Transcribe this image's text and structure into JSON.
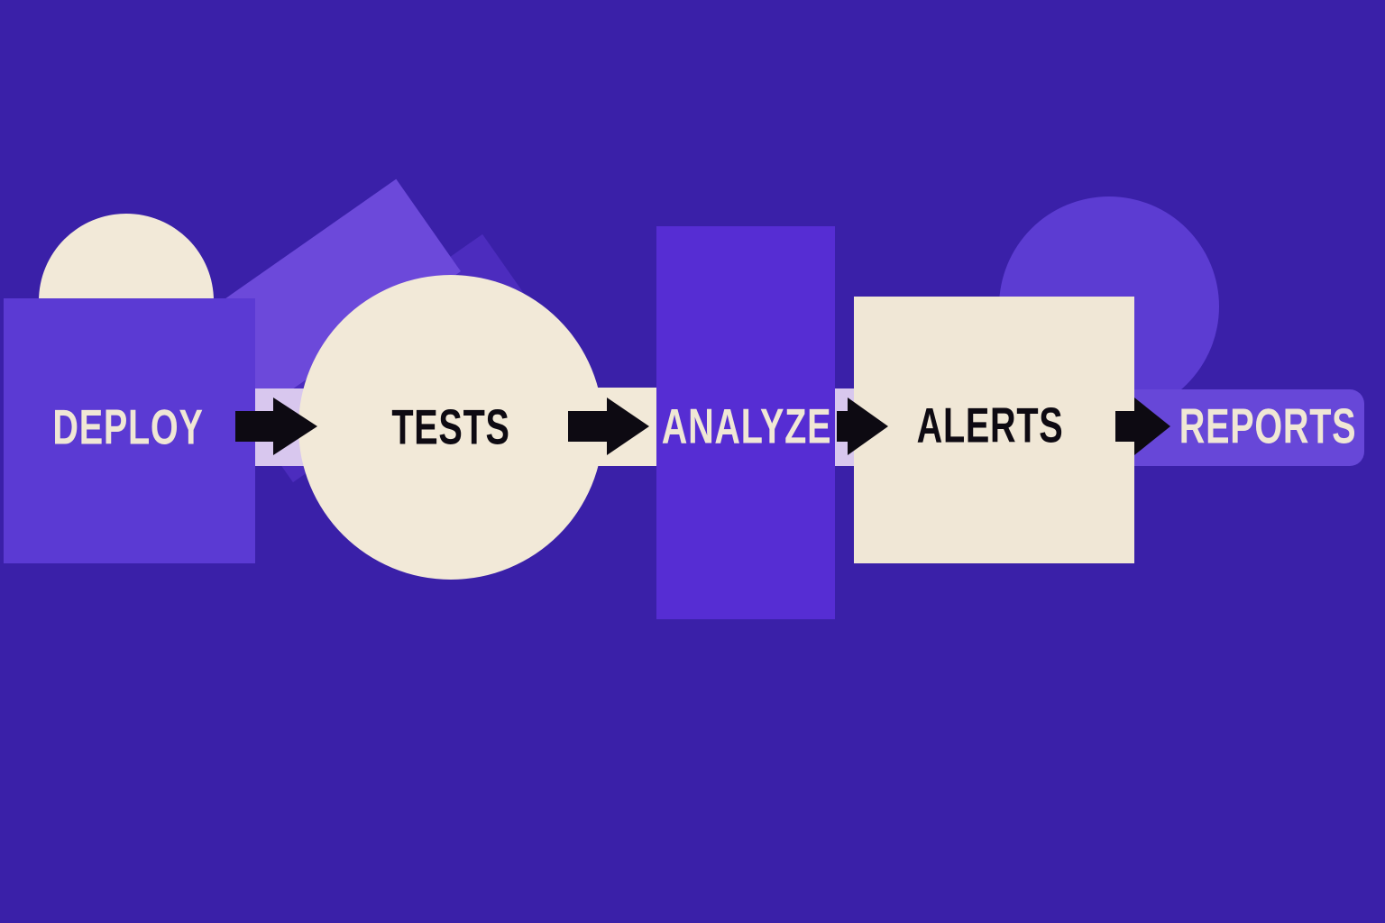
{
  "diagram": {
    "stages": [
      {
        "label": "DEPLOY",
        "shape": "square",
        "text_color": "#f0e7d5",
        "fill": "#5b3ad3"
      },
      {
        "label": "TESTS",
        "shape": "circle",
        "text_color": "#0e0a12",
        "fill": "#f2e9d8"
      },
      {
        "label": "ANALYZE",
        "shape": "tall-rectangle",
        "text_color": "#f0e7d5",
        "fill": "#562dd3"
      },
      {
        "label": "ALERTS",
        "shape": "square",
        "text_color": "#0e0a12",
        "fill": "#f0e7d6"
      },
      {
        "label": "REPORTS",
        "shape": "rounded-band",
        "text_color": "#f0e7d5",
        "fill": "#6747d8"
      }
    ],
    "connectors": [
      {
        "icon": "arrow-right-icon",
        "from": "DEPLOY",
        "to": "TESTS"
      },
      {
        "icon": "arrow-right-icon",
        "from": "TESTS",
        "to": "ANALYZE"
      },
      {
        "icon": "arrow-right-icon",
        "from": "ANALYZE",
        "to": "ALERTS"
      },
      {
        "icon": "arrow-right-icon",
        "from": "ALERTS",
        "to": "REPORTS"
      }
    ],
    "colors": {
      "background": "#3a20a8",
      "purple_medium": "#5b3ad3",
      "purple_bright": "#562dd3",
      "purple_light_band": "#6c49da",
      "purple_dark_band": "#4c2cbe",
      "purple_circle": "#5c3cd2",
      "reports_band": "#6747d8",
      "lavender_band": "#d8c7ee",
      "cream": "#f2e9d8",
      "arrow_black": "#0d0a12"
    }
  }
}
